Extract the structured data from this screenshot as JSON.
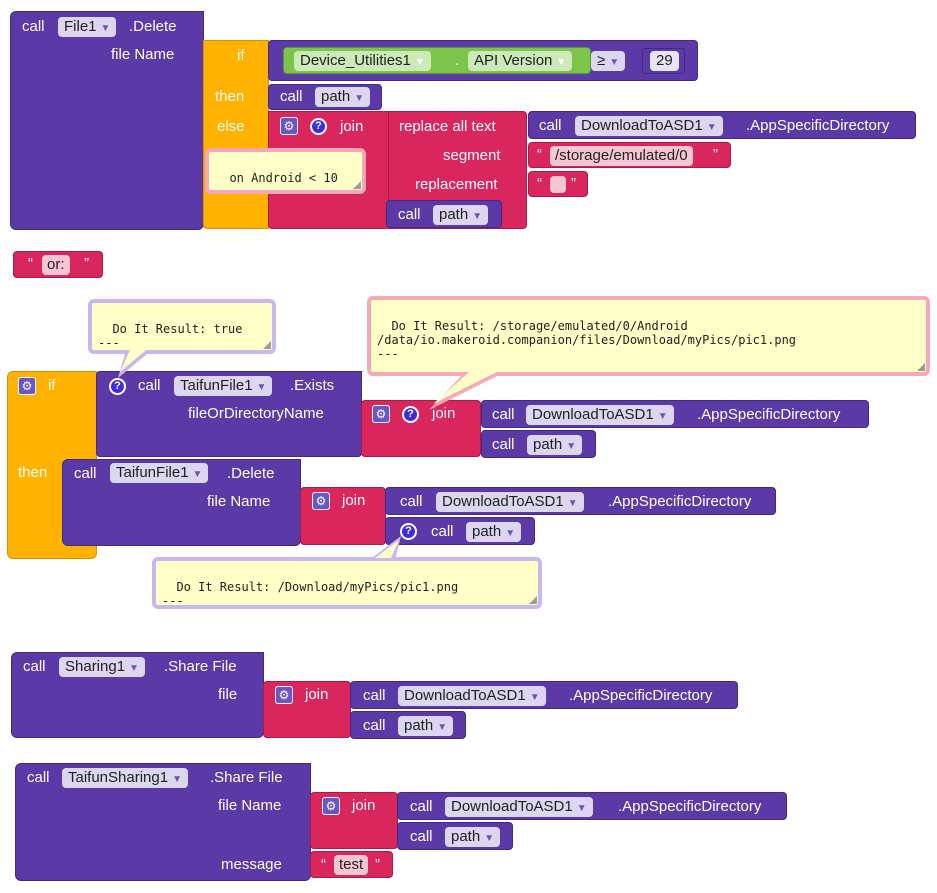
{
  "file_delete": {
    "call": "call",
    "component": "File1",
    "method": ".Delete",
    "param": "file Name",
    "if": "if",
    "then": "then",
    "else": "else",
    "device_component": "Device_Utilities1",
    "dot": ".",
    "property": "API Version",
    "op": "≥",
    "value": "29",
    "then_call": "call",
    "then_var": "path",
    "join": "join",
    "replace": "replace all text",
    "segment": "segment",
    "replacement": "replacement",
    "dl_call": "call",
    "dl_component": "DownloadToASD1",
    "dl_method": ".AppSpecificDirectory",
    "segment_value": "/storage/emulated/0",
    "path_call": "call",
    "path_var": "path",
    "comment": "on Android < 10"
  },
  "or_string": {
    "value": "or:"
  },
  "exists_block": {
    "if": "if",
    "then": "then",
    "call": "call",
    "component": "TaifunFile1",
    "method": ".Exists",
    "param": "fileOrDirectoryName",
    "join": "join",
    "dl_call": "call",
    "dl_component": "DownloadToASD1",
    "dl_method": ".AppSpecificDirectory",
    "path_call": "call",
    "path_var": "path",
    "result_exists": "Do It Result: true\n---",
    "result_join": "Do It Result: /storage/emulated/0/Android\n/data/io.makeroid.companion/files/Download/myPics/pic1.png\n---",
    "del_call": "call",
    "del_component": "TaifunFile1",
    "del_method": ".Delete",
    "del_param": "file Name",
    "del_join": "join",
    "del_dl_call": "call",
    "del_dl_component": "DownloadToASD1",
    "del_dl_method": ".AppSpecificDirectory",
    "del_path_call": "call",
    "del_path_var": "path",
    "result_path": "Do It Result: /Download/myPics/pic1.png\n---"
  },
  "sharing": {
    "call": "call",
    "component": "Sharing1",
    "method": ".Share File",
    "param": "file",
    "join": "join",
    "dl_call": "call",
    "dl_component": "DownloadToASD1",
    "dl_method": ".AppSpecificDirectory",
    "path_call": "call",
    "path_var": "path"
  },
  "taifun_sharing": {
    "call": "call",
    "component": "TaifunSharing1",
    "method": ".Share File",
    "param": "file Name",
    "param2": "message",
    "join": "join",
    "dl_call": "call",
    "dl_component": "DownloadToASD1",
    "dl_method": ".AppSpecificDirectory",
    "path_call": "call",
    "path_var": "path",
    "message_value": "test"
  },
  "icons": {
    "dropdown": "▼",
    "gear": "⚙",
    "question": "?",
    "quote_open": "“",
    "quote_close": "”"
  },
  "colors": {
    "procedure": "#5b3aa8",
    "control": "#ffb300",
    "text": "#d9265d",
    "device": "#7cc54a"
  }
}
